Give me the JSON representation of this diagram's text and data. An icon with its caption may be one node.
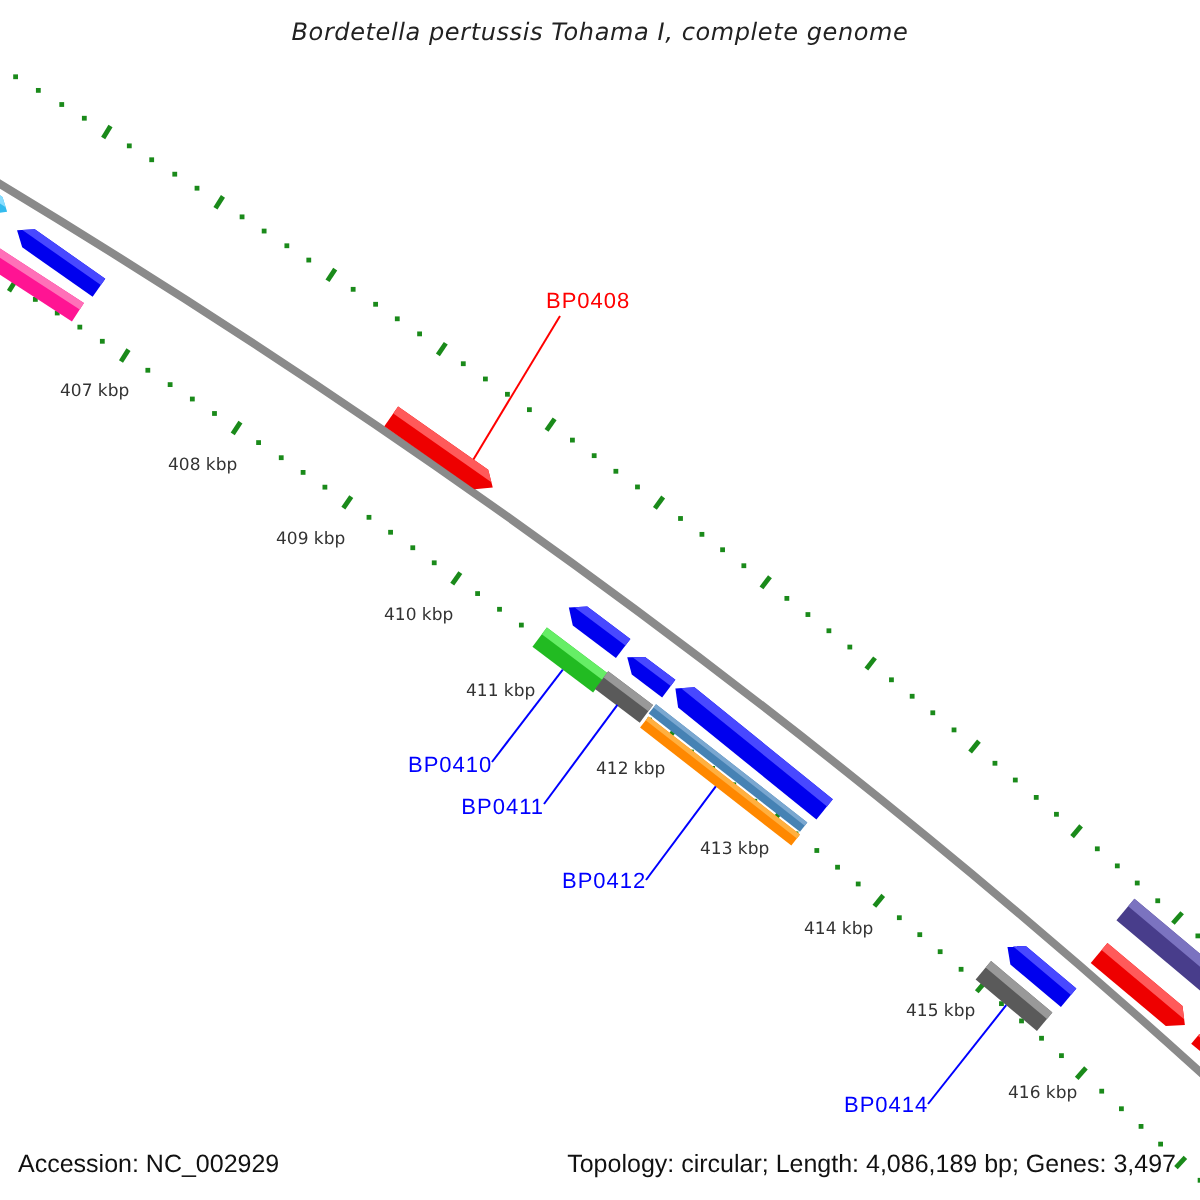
{
  "diagram": {
    "title": "Bordetella pertussis Tohama I, complete genome",
    "nodes": [
      {
        "text": [
          "BP0408"
        ]
      },
      {
        "text": [],
        "shape": "bar"
      },
      {
        "text": [
          "BP0410"
        ]
      },
      {
        "text": [],
        "shape": "bar"
      },
      {
        "text": [
          "BP0411"
        ]
      },
      {
        "text": [],
        "shape": "bar"
      },
      {
        "text": [
          "BP0412"
        ]
      },
      {
        "text": [],
        "shape": "bar"
      },
      {
        "text": [
          "BP0414"
        ]
      },
      {
        "text": [],
        "shape": "bar"
      }
    ],
    "edges": [
      {
        "from": 0,
        "to": 1,
        "arrow": "none",
        "color": "#ff0000"
      },
      {
        "from": 2,
        "to": 3,
        "arrow": "none"
      },
      {
        "from": 4,
        "to": 5,
        "arrow": "none"
      },
      {
        "from": 6,
        "to": 7,
        "arrow": "none"
      },
      {
        "from": 8,
        "to": 9,
        "arrow": "none"
      }
    ],
    "labels": [
      "407 kbp",
      "408 kbp",
      "409 kbp",
      "410 kbp",
      "411 kbp",
      "412 kbp",
      "413 kbp",
      "414 kbp",
      "415 kbp",
      "416 kbp",
      "Accession: NC_002929",
      "Topology: circular; Length: 4,086,189 bp; Genes: 3,497"
    ]
  }
}
